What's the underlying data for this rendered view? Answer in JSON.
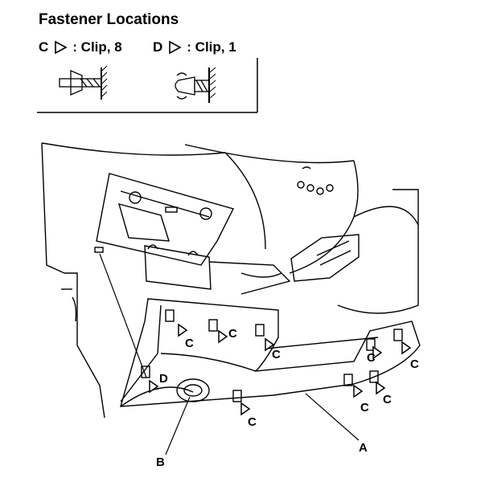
{
  "legend": {
    "title": "Fastener Locations",
    "items": [
      {
        "letter": "C",
        "label": ": Clip, 8"
      },
      {
        "letter": "D",
        "label": ": Clip, 1"
      }
    ]
  },
  "callouts": {
    "c": "C",
    "d": "D",
    "a": "A",
    "b": "B"
  }
}
